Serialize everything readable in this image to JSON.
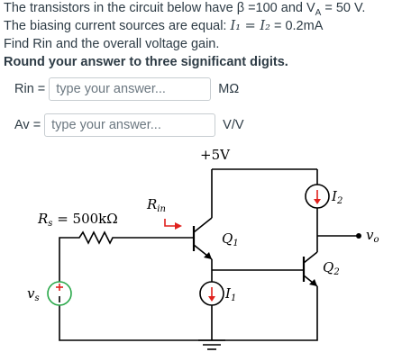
{
  "question": {
    "line1": "The transistors in the circuit below have β =100 and V",
    "line1_sub": "A",
    "line1_end": " = 50 V.",
    "line2_a": "The biasing current sources are equal: ",
    "line2_math": "I₁ = I₂",
    "line2_b": " = 0.2mA",
    "line3": "Find Rin and the overall voltage gain.",
    "line4": "Round your answer to three significant digits."
  },
  "rin_field": {
    "label": "Rin =",
    "placeholder": "type your answer...",
    "value": "",
    "unit": "MΩ"
  },
  "av_field": {
    "label": "Av =",
    "placeholder": "type your answer...",
    "value": "",
    "unit": "V/V"
  },
  "circuit": {
    "supply": "+5V",
    "rin_label": "R",
    "rin_sub": "in",
    "rs_label": "R",
    "rs_sub": "s",
    "rs_value": " = 500kΩ",
    "q1": "Q",
    "q1_sub": "1",
    "q2": "Q",
    "q2_sub": "2",
    "i1": "I",
    "i1_sub": "1",
    "i2": "I",
    "i2_sub": "2",
    "vs": "v",
    "vs_sub": "s",
    "vo": "v",
    "vo_sub": "o"
  }
}
